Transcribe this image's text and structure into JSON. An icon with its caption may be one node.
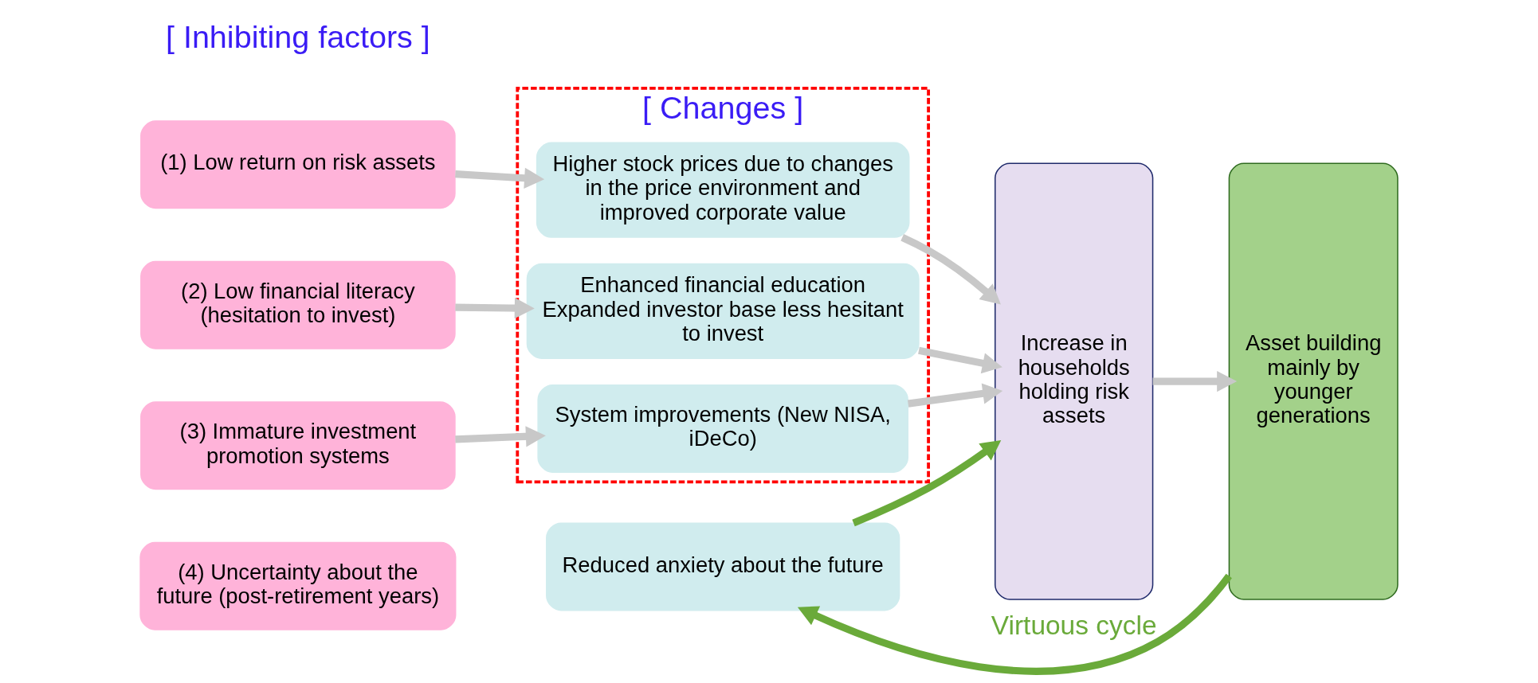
{
  "diagram": {
    "nodes": [
      {
        "text": [
          "(1) Low return on risk assets"
        ]
      },
      {
        "text": [
          "(2) Low financial literacy (hesitation to invest)"
        ]
      },
      {
        "text": [
          "(3) Immature investment promotion systems"
        ]
      },
      {
        "text": [
          "(4) Uncertainty about the future (post-retirement years)"
        ]
      },
      {
        "text": [
          "[ Changes ]"
        ]
      },
      {
        "text": [
          "Higher stock prices due to changes in the price environment and improved corporate value"
        ],
        "in": 4
      },
      {
        "text": [
          "Enhanced financial education",
          "Expanded investor base less hesitant to invest"
        ],
        "in": 4
      },
      {
        "text": [
          "System improvements (New NISA, iDeCo)"
        ],
        "in": 4
      },
      {
        "text": [
          "Reduced anxiety about the future"
        ]
      },
      {
        "text": [
          "Increase in households holding risk assets"
        ]
      },
      {
        "text": [
          "Asset building mainly by younger generations"
        ]
      }
    ],
    "edges": [
      {
        "from": 0,
        "to": 5,
        "arrow": "to"
      },
      {
        "from": 1,
        "to": 6,
        "arrow": "to"
      },
      {
        "from": 2,
        "to": 7,
        "arrow": "to"
      },
      {
        "from": 5,
        "to": 9,
        "arrow": "to"
      },
      {
        "from": 6,
        "to": 9,
        "arrow": "to"
      },
      {
        "from": 7,
        "to": 9,
        "arrow": "to"
      },
      {
        "from": 8,
        "to": 9,
        "arrow": "to",
        "color": "#6aaa3a"
      },
      {
        "from": 9,
        "to": 10,
        "arrow": "to"
      },
      {
        "from": 10,
        "to": 8,
        "arrow": "to",
        "label": "Virtuous cycle",
        "color": "#6aaa3a"
      }
    ],
    "labels": [
      "[ Inhibiting factors ]"
    ]
  }
}
